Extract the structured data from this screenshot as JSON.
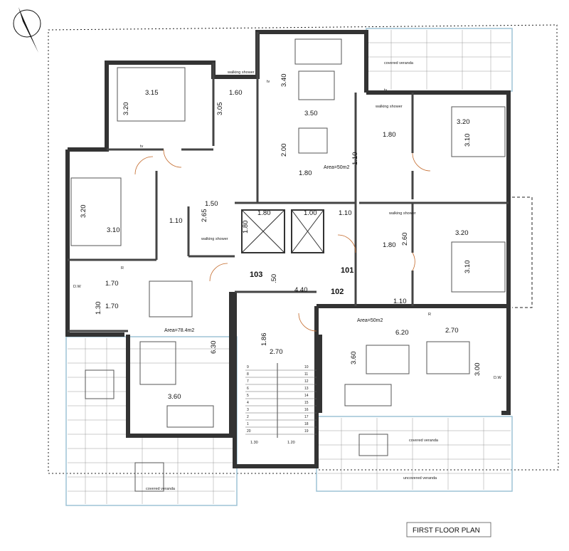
{
  "plan_title": "FIRST FLOOR PLAN",
  "units": [
    "103",
    "101",
    "102"
  ],
  "areas": [
    "Area=78.4m2",
    "Area=50m2",
    "Area=50m2"
  ],
  "labels": {
    "covered_veranda": "covered veranda",
    "uncovered_veranda": "uncovered veranda",
    "walking_shower": "walking shower",
    "dw": "D.W",
    "r": "R",
    "tv": "tv"
  },
  "dimensions": [
    "3.15",
    "3.20",
    "1.60",
    "3.05",
    "3.40",
    "3.50",
    "2.00",
    "1.80",
    "3.10",
    "3.20",
    "1.10",
    "1.50",
    "2.65",
    "1.80",
    "1.80",
    "1.00",
    "1.10",
    "1.70",
    "1.30",
    "1.70",
    "6.30",
    "3.60",
    "4.40",
    ".50",
    "2.70",
    "1.86",
    "3.20",
    "1.80",
    "3.10",
    "1.10",
    "3.20",
    "2.60",
    "1.80",
    "3.10",
    "1.10",
    "6.20",
    "2.70",
    "3.60",
    "3.00",
    "1.30",
    "1.20"
  ],
  "stair_numbers": [
    "10",
    "11",
    "12",
    "13",
    "14",
    "15",
    "16",
    "17",
    "18",
    "19",
    "20",
    "1",
    "2",
    "3",
    "4",
    "5",
    "6",
    "7",
    "8",
    "9"
  ]
}
